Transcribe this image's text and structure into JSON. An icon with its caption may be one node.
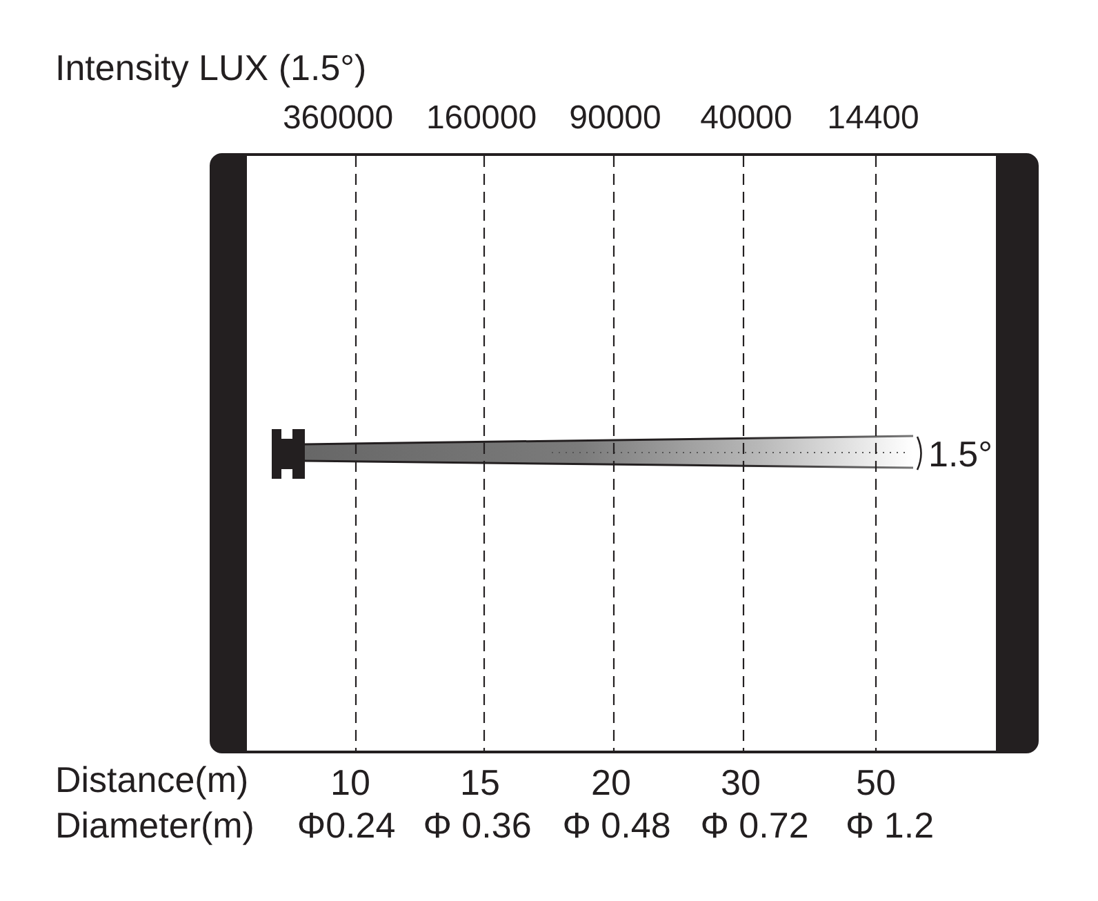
{
  "diagram": {
    "title": "Intensity LUX (1.5°)",
    "labels": [
      "360000",
      "160000",
      "90000",
      "40000",
      "14400",
      "1.5°",
      "Distance(m)",
      "10",
      "15",
      "20",
      "30",
      "50",
      "Diameter(m)",
      "Φ0.24",
      "Φ 0.36",
      "Φ 0.48",
      "Φ 0.72",
      "Φ 1.2"
    ]
  }
}
